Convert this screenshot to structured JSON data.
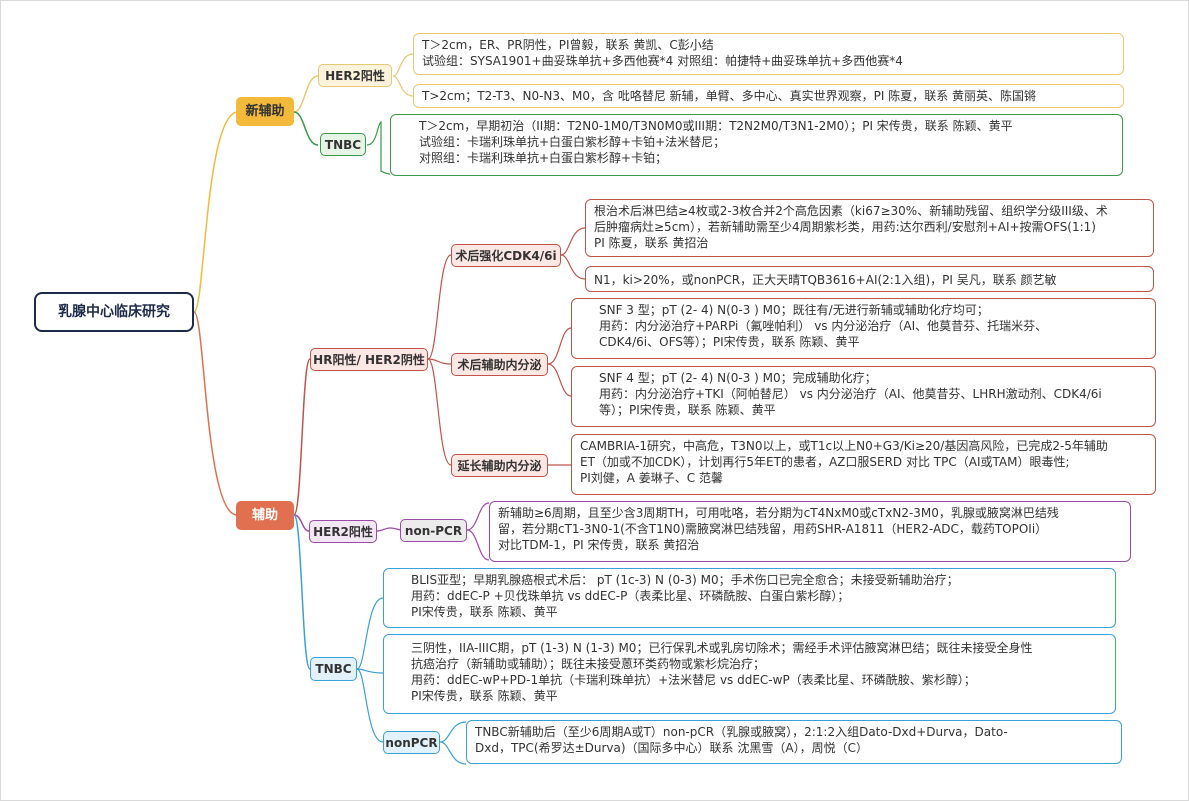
{
  "root": "乳腺中心临床研究",
  "branches": {
    "neoadjuvant": {
      "label": "新辅助",
      "her2": {
        "label": "HER2阳性",
        "leaf1": [
          "T＞2cm，ER、PR阴性，PI曾毅，联系 黄凯、C彭小结",
          "试验组：SYSA1901+曲妥珠单抗+多西他赛*4   对照组：帕捷特+曲妥珠单抗+多西他赛*4"
        ],
        "leaf2": [
          "T>2cm；T2-T3、N0-N3、M0，含 吡咯替尼 新辅，单臂、多中心、真实世界观察，PI 陈夏，联系 黄丽英、陈国锵"
        ]
      },
      "tnbc": {
        "label": "TNBC",
        "leaf1": [
          "T＞2cm，早期初治（II期：T2N0-1M0/T3N0M0或III期：T2N2M0/T3N1-2M0）；PI 宋传贵，联系 陈颖、黄平",
          "试验组：卡瑞利珠单抗+白蛋白紫杉醇+卡铂+法米替尼；",
          "对照组：卡瑞利珠单抗+白蛋白紫杉醇+卡铂；"
        ]
      }
    },
    "adjuvant": {
      "label": "辅助",
      "hr": {
        "label": "HR阳性/ HER2阴性",
        "cdk": {
          "label": "术后强化CDK4/6i",
          "leaf1": [
            "根治术后淋巴结≥4枚或2-3枚合并2个高危因素（ki67≥30%、新辅助残留、组织学分级III级、术",
            "后肿瘤病灶≥5cm），若新辅助需至少4周期紫杉类，用药:达尔西利/安慰剂+AI+按需OFS(1:1)",
            "PI 陈夏，联系 黄招治"
          ],
          "leaf2": [
            "N1，ki>20%，或nonPCR，正大天晴TQB3616+AI(2:1入组)，PI 吴凡，联系 颜艺敏"
          ]
        },
        "endo": {
          "label": "术后辅助内分泌",
          "leaf1": [
            "SNF 3 型；pT (2- 4) N(0-3 ) M0；既往有/无进行新辅或辅助化疗均可；",
            "用药：内分泌治疗+PARPi（氟唑帕利） vs 内分泌治疗（AI、他莫昔芬、托瑞米芬、",
            "CDK4/6i、OFS等）；PI宋传贵，联系 陈颖、黄平"
          ],
          "leaf2": [
            "SNF 4 型；pT (2- 4) N(0-3 ) M0；完成辅助化疗；",
            "用药：内分泌治疗+TKI（阿帕替尼） vs 内分泌治疗（AI、他莫昔芬、LHRH激动剂、CDK4/6i",
            "等）；PI宋传贵，联系 陈颖、黄平"
          ]
        },
        "ext": {
          "label": "延长辅助内分泌",
          "leaf1": [
            "CAMBRIA-1研究，中高危，T3N0以上，或T1c以上N0+G3/Ki≥20/基因高风险，已完成2-5年辅助",
            "ET（加或不加CDK），计划再行5年ET的患者，AZ口服SERD 对比 TPC（AI或TAM）眼毒性;",
            "PI刘健，A 姜琳子、C 范馨"
          ]
        }
      },
      "her2": {
        "label": "HER2阳性",
        "npcr": {
          "label": "non-PCR",
          "leaf1": [
            "新辅助≥6周期，且至少含3周期TH，可用吡咯，若分期为cT4NxM0或cTxN2-3M0，乳腺或腋窝淋巴结残",
            "留，若分期cT1-3N0-1(不含T1N0)需腋窝淋巴结残留，用药SHR-A1811（HER2-ADC，载药TOPOIi）",
            "对比TDM-1，PI 宋传贵，联系 黄招治"
          ]
        }
      },
      "tnbc": {
        "label": "TNBC",
        "leaf1": [
          "BLIS亚型；早期乳腺癌根式术后： pT (1c-3) N (0-3) M0；手术伤口已完全愈合；未接受新辅助治疗；",
          "用药：ddEC-P +贝伐珠单抗 vs ddEC-P（表柔比星、环磷酰胺、白蛋白紫杉醇）；",
          "PI宋传贵，联系 陈颖、黄平"
        ],
        "leaf2": [
          "三阴性，IIA-IIIC期，pT (1-3) N (1-3) M0；已行保乳术或乳房切除术；需经手术评估腋窝淋巴结；既往未接受全身性",
          "抗癌治疗（新辅助或辅助）；既往未接受蒽环类药物或紫杉烷治疗；",
          "用药：ddEC-wP+PD-1单抗（卡瑞利珠单抗）+法米替尼 vs ddEC-wP（表柔比星、环磷酰胺、紫杉醇）；",
          "PI宋传贵，联系 陈颖、黄平"
        ],
        "npcr": {
          "label": "nonPCR",
          "leaf1": [
            "TNBC新辅助后（至少6周期A或T）non-pCR（乳腺或腋窝），2:1:2入组Dato-Dxd+Durva，Dato-",
            "Dxd，TPC(希罗达±Durva)（国际多中心）联系 沈黑雪（A），周悦（C）"
          ]
        }
      }
    }
  },
  "colors": {
    "root": "#1e2a4a",
    "neo": "#f2b93b",
    "her2_neo": "#e8c872",
    "tnbc_neo": "#3a9a4b",
    "adj": "#e07050",
    "hr": "#c0534a",
    "her2_adj": "#9b4aa8",
    "tnbc_adj": "#3aa0d8",
    "pin": "#e0353a"
  }
}
